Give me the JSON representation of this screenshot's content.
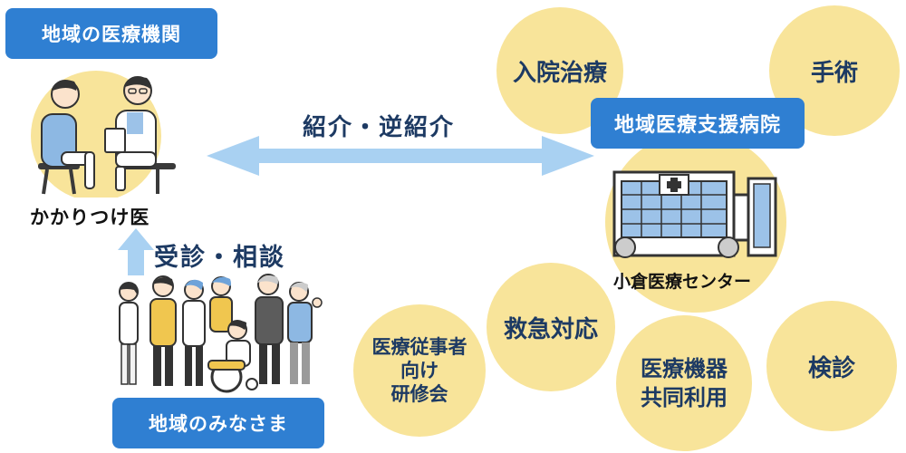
{
  "local": {
    "title": "地域の医療機関",
    "caption": "かかりつけ医"
  },
  "residents": {
    "title": "地域のみなさま"
  },
  "link": {
    "referral": "紹介・逆紹介",
    "consult": "受診・相談"
  },
  "hospital": {
    "title": "地域医療支援病院",
    "caption": "小倉医療センター"
  },
  "services": {
    "inpatient": "入院治療",
    "surgery": "手術",
    "emergency": "救急対応",
    "training_line1": "医療従事者",
    "training_line2": "向け",
    "training_line3": "研修会",
    "equipment_line1": "医療機器",
    "equipment_line2": "共同利用",
    "checkup": "検診"
  },
  "colors": {
    "accent_blue": "#2f7fd2",
    "bubble_yellow": "#f8e49a",
    "arrow_blue": "#a9d1f2",
    "text_navy": "#1d3a63"
  }
}
